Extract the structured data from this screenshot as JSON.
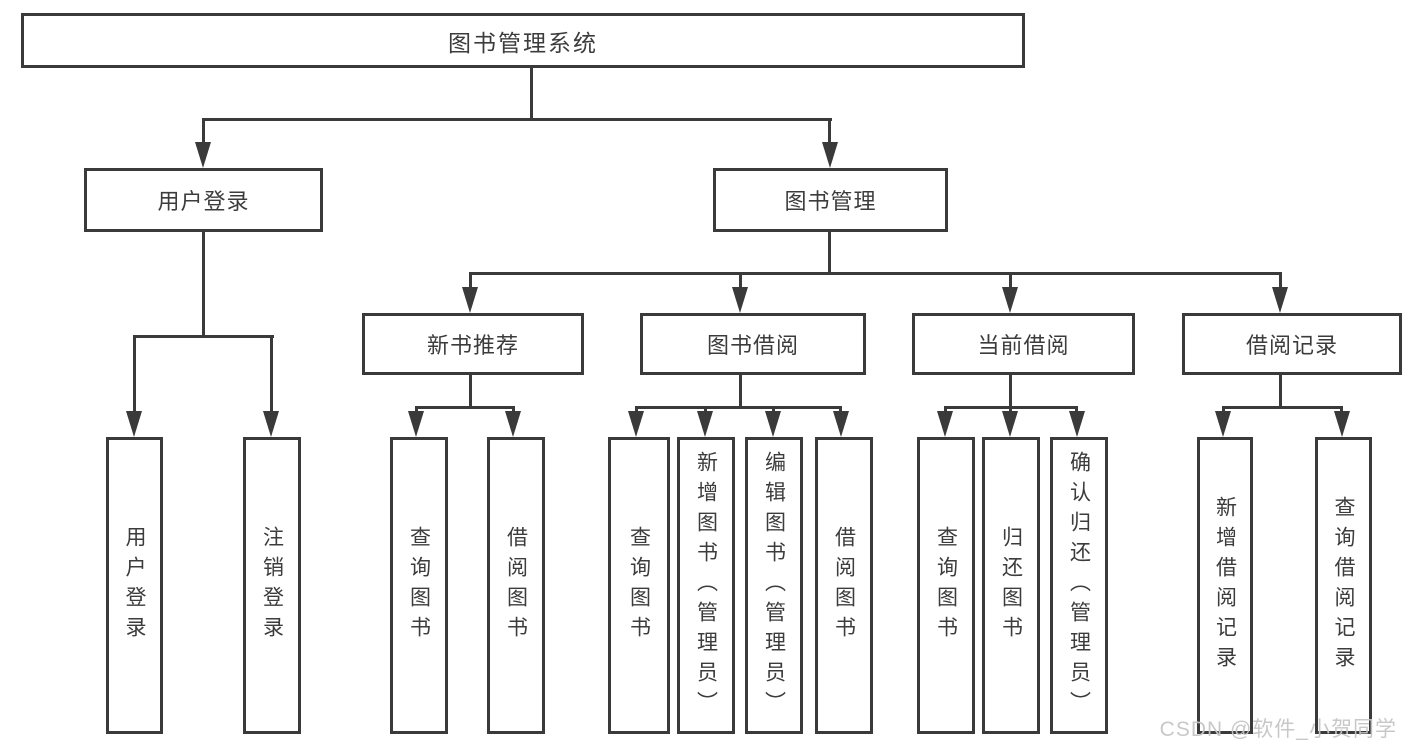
{
  "colors": {
    "line": "#3a3a3a",
    "text": "#3c3c3c",
    "watermark": "#c6c6c6",
    "background": "#ffffff"
  },
  "nodes": {
    "root": "图书管理系统",
    "user_login": "用户登录",
    "book_management": "图书管理",
    "new_book_recommend": "新书推荐",
    "book_borrow": "图书借阅",
    "current_borrow": "当前借阅",
    "borrow_records": "借阅记录",
    "leaves": {
      "user": [
        "用户登录",
        "注销登录"
      ],
      "recommend": [
        "查询图书",
        "借阅图书"
      ],
      "borrow": [
        "查询图书",
        "新增图书（管理员）",
        "编辑图书（管理员）",
        "借阅图书"
      ],
      "current": [
        "查询图书",
        "归还图书",
        "确认归还（管理员）"
      ],
      "records": [
        "新增借阅记录",
        "查询借阅记录"
      ]
    }
  },
  "watermark": "CSDN @软件_小贺同学"
}
